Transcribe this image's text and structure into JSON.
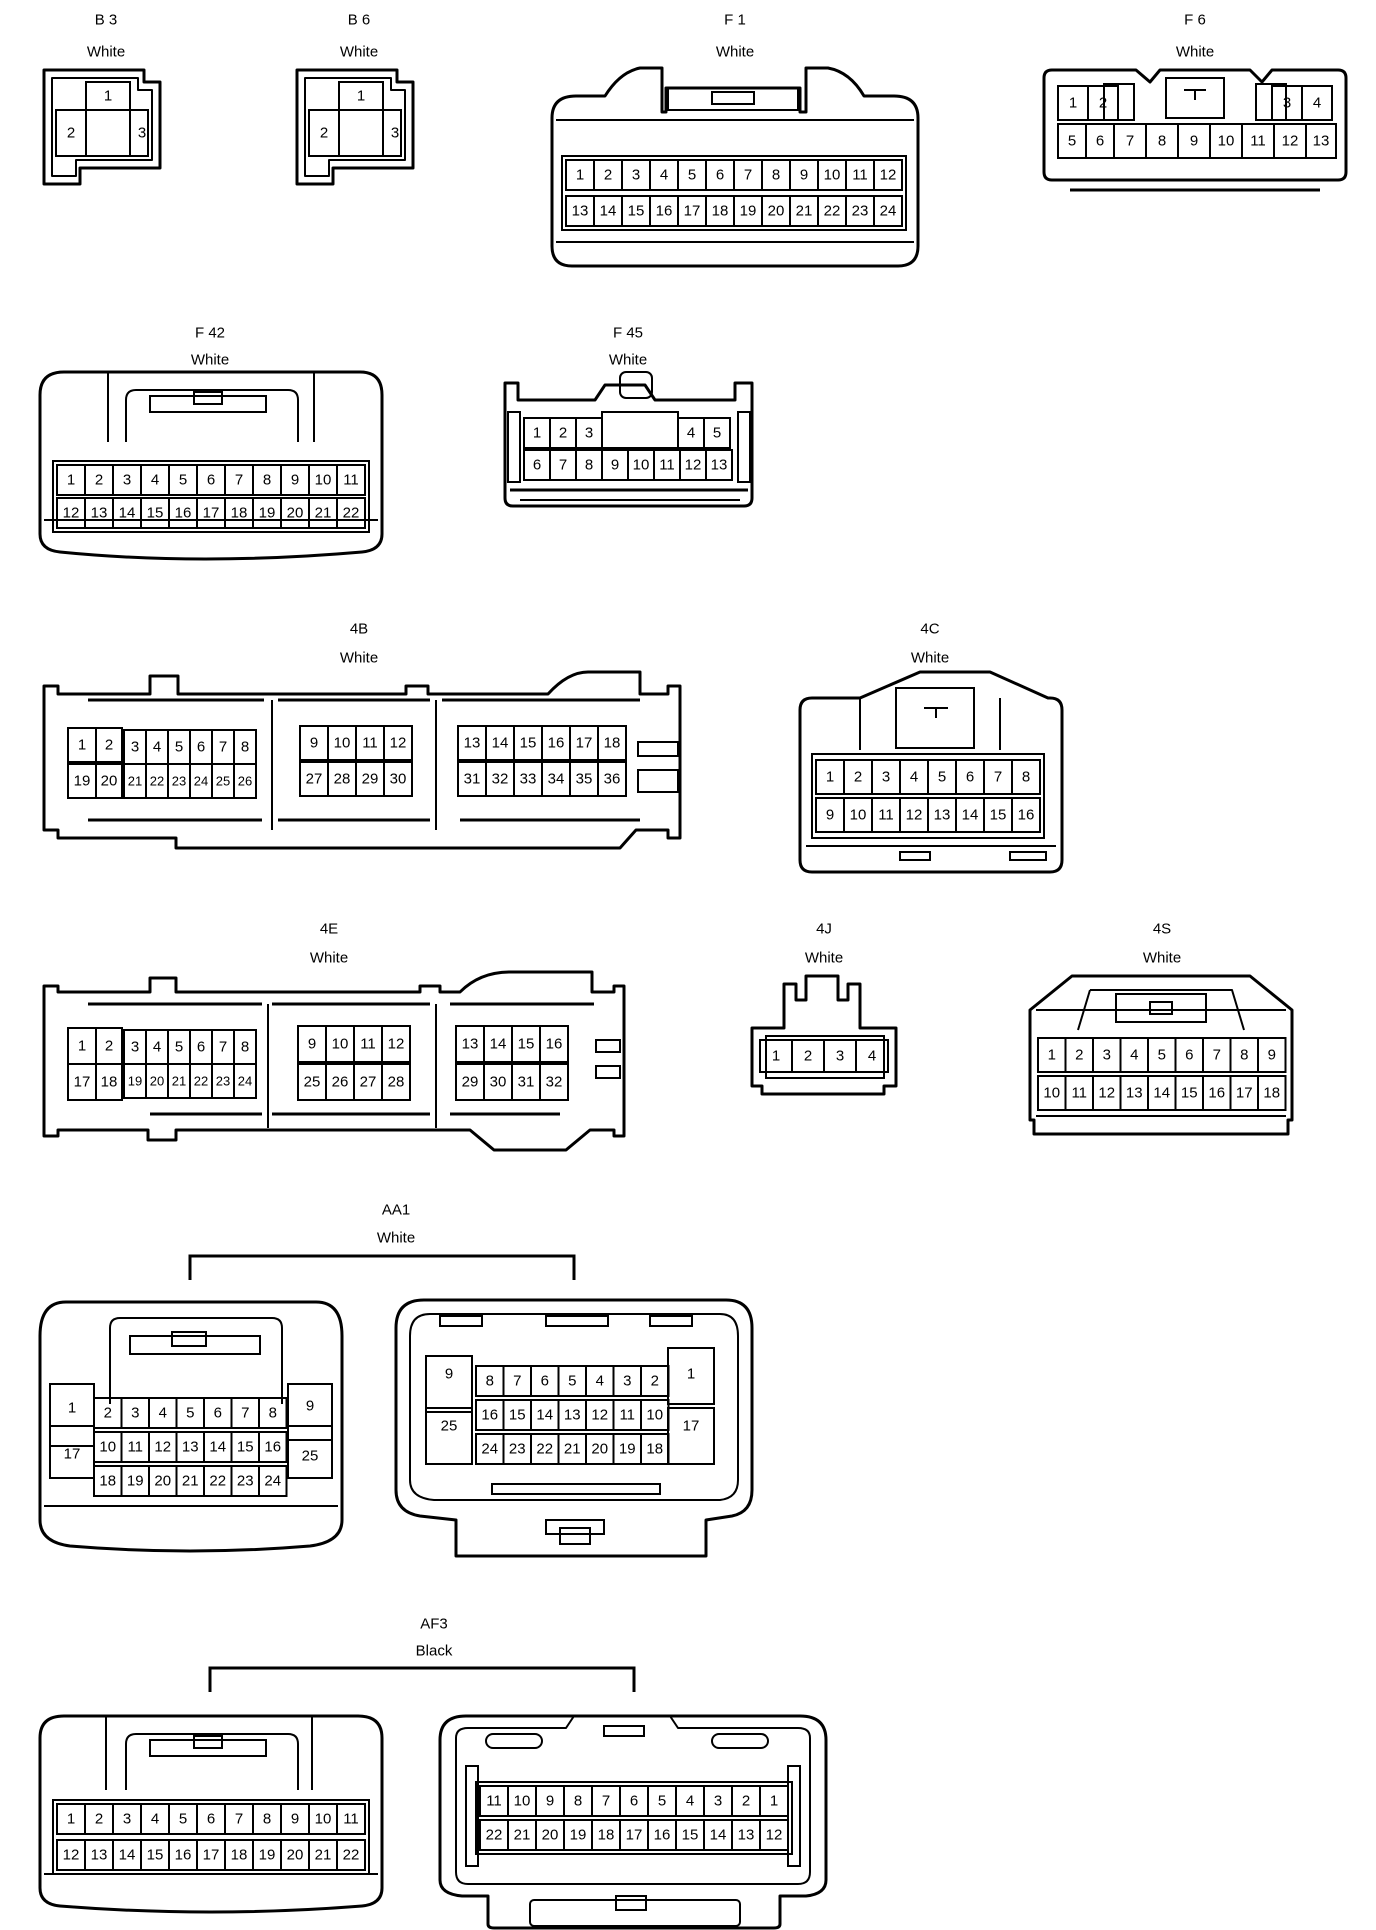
{
  "connectors": [
    {
      "id": "B3",
      "label": "B 3",
      "color_name": "White",
      "pins": [
        "1",
        "2",
        "3"
      ]
    },
    {
      "id": "B6",
      "label": "B 6",
      "color_name": "White",
      "pins": [
        "1",
        "2",
        "3"
      ]
    },
    {
      "id": "F1",
      "label": "F 1",
      "color_name": "White",
      "rows": [
        [
          "1",
          "2",
          "3",
          "4",
          "5",
          "6",
          "7",
          "8",
          "9",
          "10",
          "11",
          "12"
        ],
        [
          "13",
          "14",
          "15",
          "16",
          "17",
          "18",
          "19",
          "20",
          "21",
          "22",
          "23",
          "24"
        ]
      ]
    },
    {
      "id": "F6",
      "label": "F 6",
      "color_name": "White",
      "rows": [
        [
          "1",
          "2",
          "3",
          "4"
        ],
        [
          "5",
          "6",
          "7",
          "8",
          "9",
          "10",
          "11",
          "12",
          "13"
        ]
      ]
    },
    {
      "id": "F42",
      "label": "F 42",
      "color_name": "White",
      "rows": [
        [
          "1",
          "2",
          "3",
          "4",
          "5",
          "6",
          "7",
          "8",
          "9",
          "10",
          "11"
        ],
        [
          "12",
          "13",
          "14",
          "15",
          "16",
          "17",
          "18",
          "19",
          "20",
          "21",
          "22"
        ]
      ]
    },
    {
      "id": "F45",
      "label": "F 45",
      "color_name": "White",
      "rows": [
        [
          "1",
          "2",
          "3",
          "4",
          "5"
        ],
        [
          "6",
          "7",
          "8",
          "9",
          "10",
          "11",
          "12",
          "13"
        ]
      ]
    },
    {
      "id": "4B",
      "label": "4B",
      "color_name": "White",
      "rows": [
        [
          "1",
          "2",
          "3",
          "4",
          "5",
          "6",
          "7",
          "8",
          "9",
          "10",
          "11",
          "12",
          "13",
          "14",
          "15",
          "16",
          "17",
          "18"
        ],
        [
          "19",
          "20",
          "21",
          "22",
          "23",
          "24",
          "25",
          "26",
          "27",
          "28",
          "29",
          "30",
          "31",
          "32",
          "33",
          "34",
          "35",
          "36"
        ]
      ]
    },
    {
      "id": "4C",
      "label": "4C",
      "color_name": "White",
      "rows": [
        [
          "1",
          "2",
          "3",
          "4",
          "5",
          "6",
          "7",
          "8"
        ],
        [
          "9",
          "10",
          "11",
          "12",
          "13",
          "14",
          "15",
          "16"
        ]
      ]
    },
    {
      "id": "4E",
      "label": "4E",
      "color_name": "White",
      "rows": [
        [
          "1",
          "2",
          "3",
          "4",
          "5",
          "6",
          "7",
          "8",
          "9",
          "10",
          "11",
          "12",
          "13",
          "14",
          "15",
          "16"
        ],
        [
          "17",
          "18",
          "19",
          "20",
          "21",
          "22",
          "23",
          "24",
          "25",
          "26",
          "27",
          "28",
          "29",
          "30",
          "31",
          "32"
        ]
      ]
    },
    {
      "id": "4J",
      "label": "4J",
      "color_name": "White",
      "pins": [
        "1",
        "2",
        "3",
        "4"
      ]
    },
    {
      "id": "4S",
      "label": "4S",
      "color_name": "White",
      "rows": [
        [
          "1",
          "2",
          "3",
          "4",
          "5",
          "6",
          "7",
          "8",
          "9"
        ],
        [
          "10",
          "11",
          "12",
          "13",
          "14",
          "15",
          "16",
          "17",
          "18"
        ]
      ]
    },
    {
      "id": "AA1",
      "label": "AA1",
      "color_name": "White",
      "left": {
        "side_left": [
          "1",
          "17"
        ],
        "side_right": [
          "9",
          "25"
        ],
        "rows": [
          [
            "2",
            "3",
            "4",
            "5",
            "6",
            "7",
            "8"
          ],
          [
            "10",
            "11",
            "12",
            "13",
            "14",
            "15",
            "16"
          ],
          [
            "18",
            "19",
            "20",
            "21",
            "22",
            "23",
            "24"
          ]
        ]
      },
      "right": {
        "side_left": [
          "9",
          "25"
        ],
        "side_right": [
          "1",
          "17"
        ],
        "rows": [
          [
            "8",
            "7",
            "6",
            "5",
            "4",
            "3",
            "2"
          ],
          [
            "16",
            "15",
            "14",
            "13",
            "12",
            "11",
            "10"
          ],
          [
            "24",
            "23",
            "22",
            "21",
            "20",
            "19",
            "18"
          ]
        ]
      }
    },
    {
      "id": "AF3",
      "label": "AF3",
      "color_name": "Black",
      "left": {
        "rows": [
          [
            "1",
            "2",
            "3",
            "4",
            "5",
            "6",
            "7",
            "8",
            "9",
            "10",
            "11"
          ],
          [
            "12",
            "13",
            "14",
            "15",
            "16",
            "17",
            "18",
            "19",
            "20",
            "21",
            "22"
          ]
        ]
      },
      "right": {
        "rows": [
          [
            "11",
            "10",
            "9",
            "8",
            "7",
            "6",
            "5",
            "4",
            "3",
            "2",
            "1"
          ],
          [
            "22",
            "21",
            "20",
            "19",
            "18",
            "17",
            "16",
            "15",
            "14",
            "13",
            "12"
          ]
        ]
      }
    }
  ]
}
